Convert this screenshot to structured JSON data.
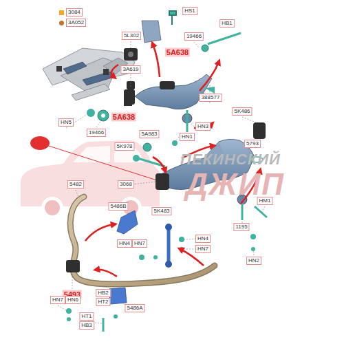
{
  "diagram": {
    "labels": [
      "5L302",
      "HS1",
      "3A619",
      "19466",
      "HB1",
      "5A638",
      "388577",
      "5K486",
      "HN5",
      "5A638",
      "19466",
      "HN3",
      "HN1",
      "5A983",
      "5K978",
      "5793",
      "3068",
      "5482",
      "5486B",
      "5K483",
      "HM1",
      "1195",
      "HN4",
      "HN7",
      "HN4",
      "HN7",
      "HN2",
      "5493",
      "HN7",
      "HN6",
      "HB2",
      "HT2",
      "5486A",
      "HT1",
      "HB3",
      "ПЕКИНСКИЙ",
      "ДЖИП"
    ],
    "legend": [
      {
        "text": "3084",
        "color": "#f5a623"
      },
      {
        "text": "3A052",
        "color": "#c2742a"
      }
    ]
  }
}
